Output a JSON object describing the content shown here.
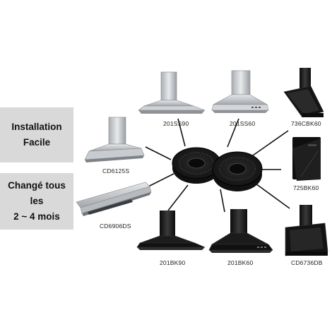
{
  "info_boxes": {
    "installation": {
      "line1": "Installation",
      "line2": "Facile"
    },
    "change": {
      "line1": "Changé tous les",
      "line2": "2 ~ 4 mois"
    }
  },
  "models": {
    "m201SS90": "201SS90",
    "m201SS60": "201SS60",
    "m736CBK60": "736CBK60",
    "mCD6125S": "CD6125S",
    "m725BK60": "725BK60",
    "mCD6906DS": "CD6906DS",
    "m201BK90": "201BK90",
    "m201BK60": "201BK60",
    "mCD6736DB": "CD6736DB"
  },
  "colors": {
    "box_bg": "#d9d9d9",
    "steel": "#c9ccd0",
    "black_hood": "#1b1b1b",
    "filter": "#222222",
    "line": "#111111"
  }
}
